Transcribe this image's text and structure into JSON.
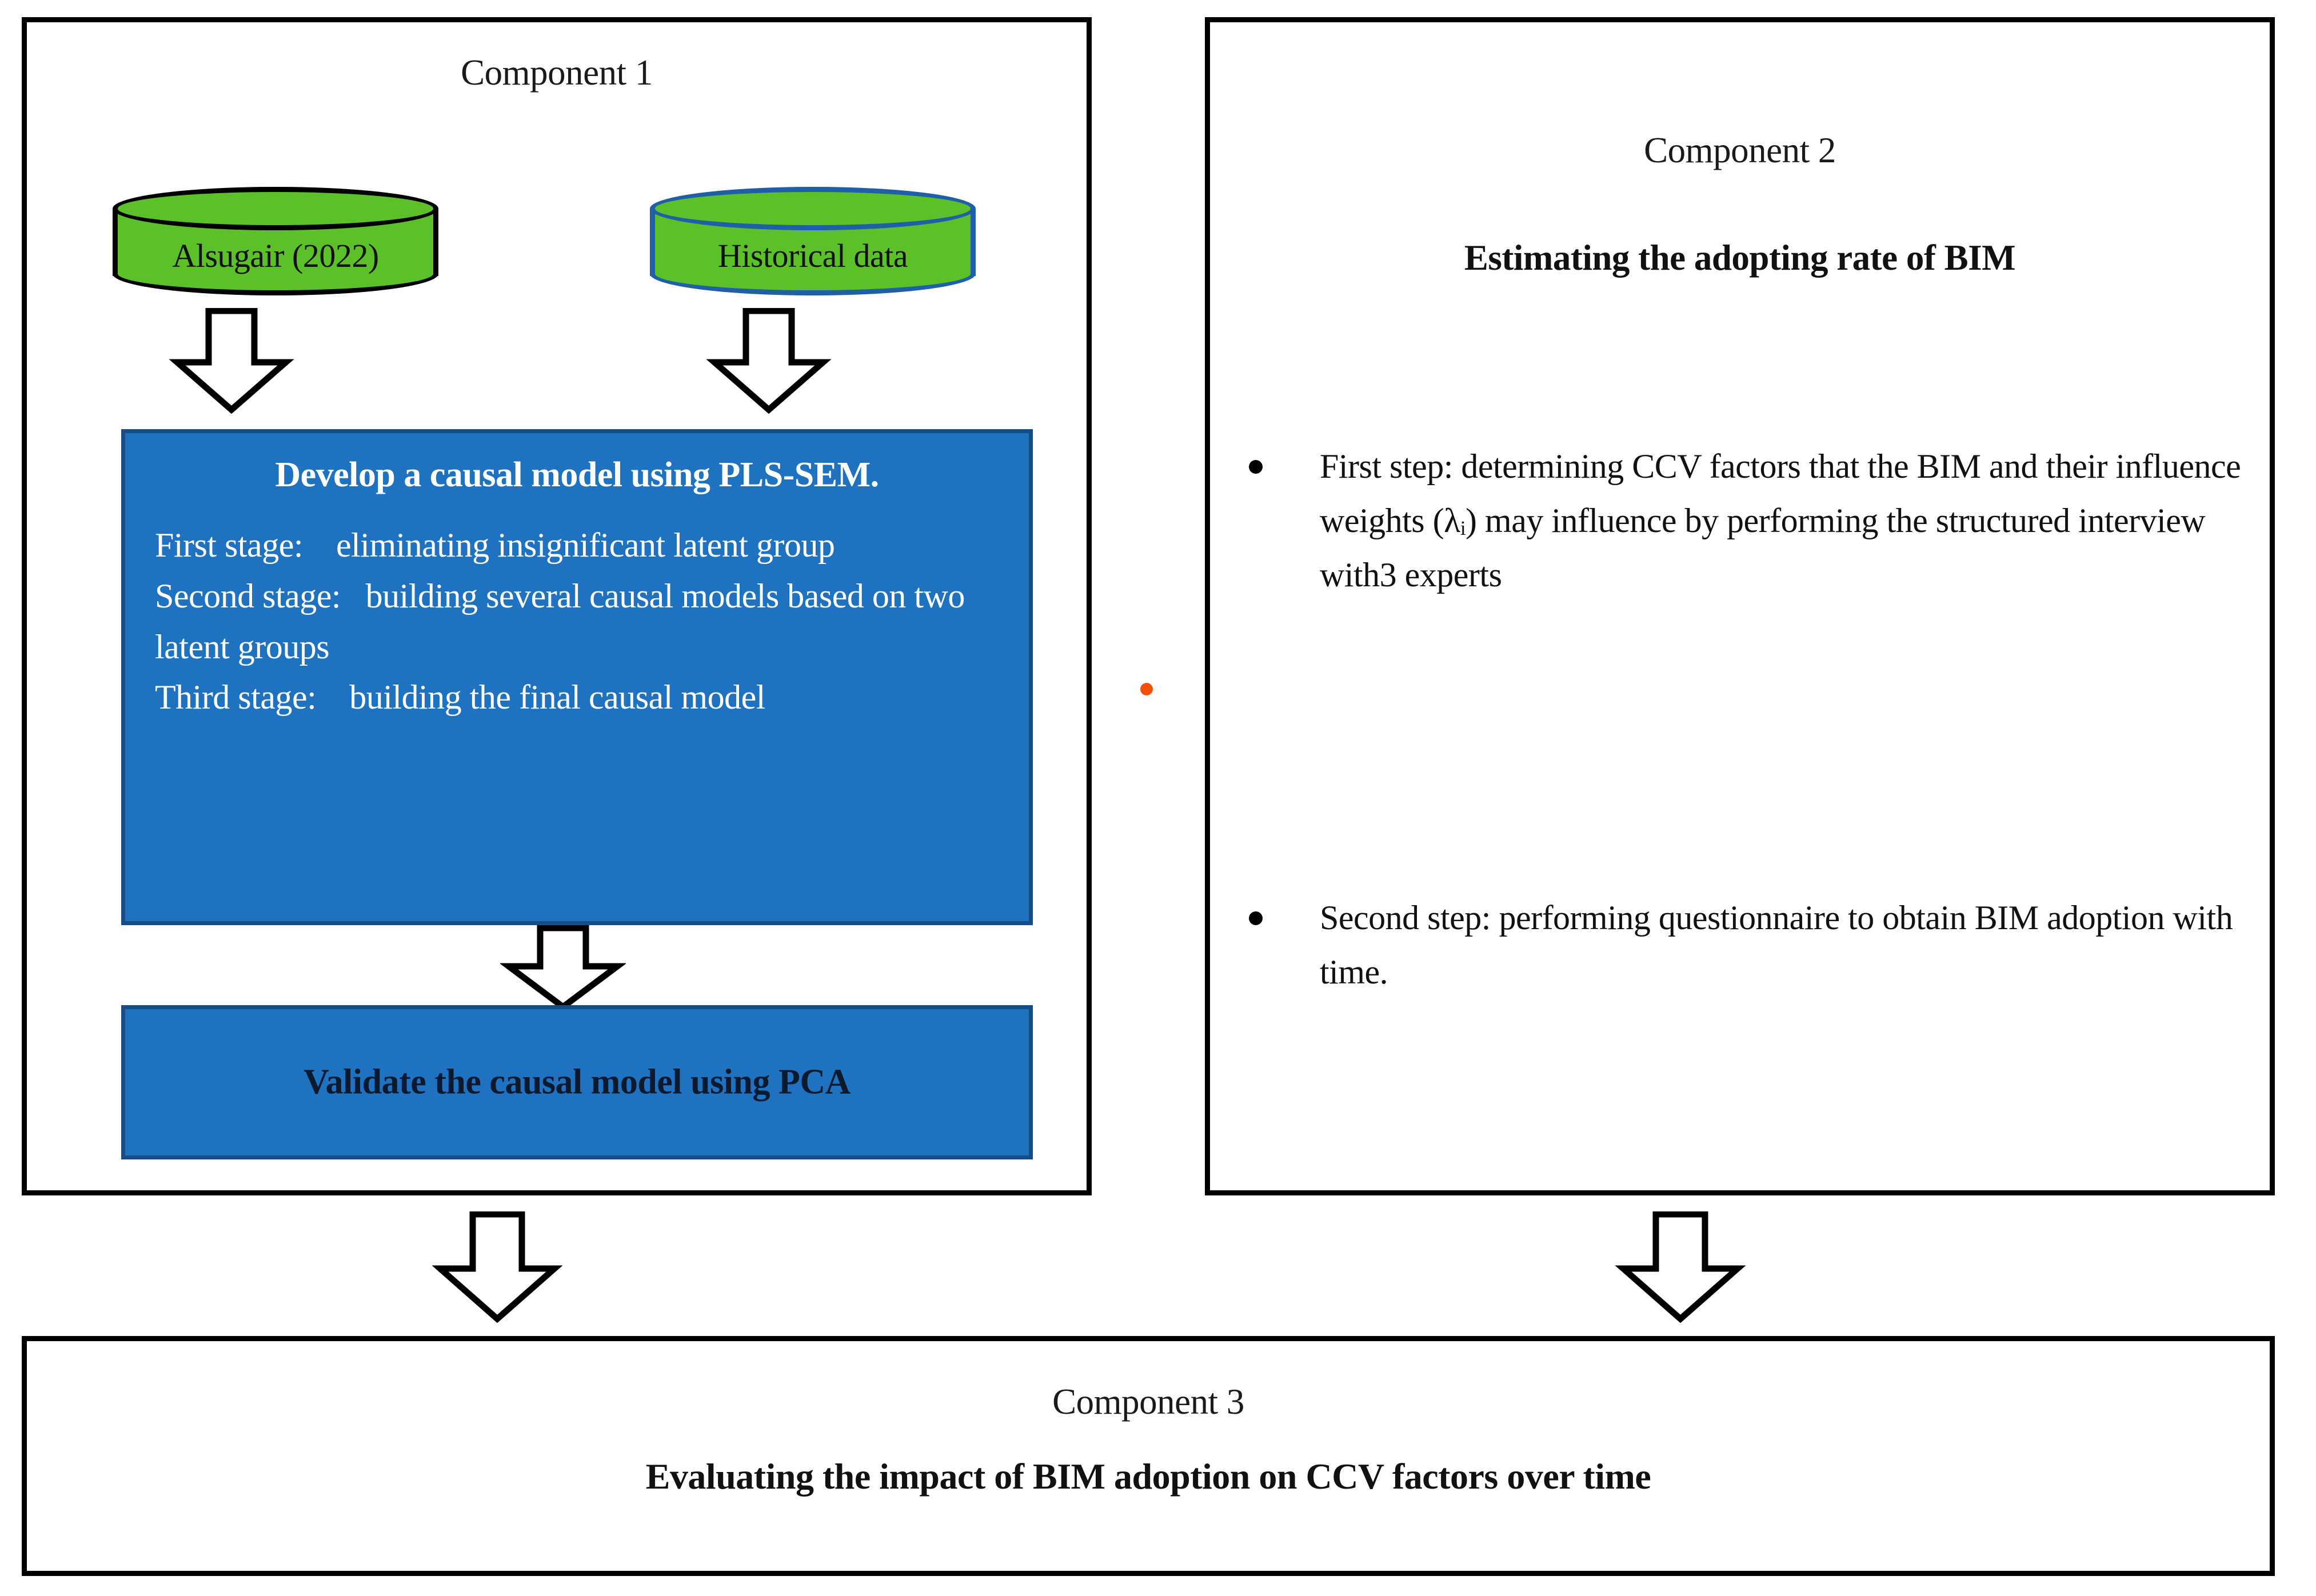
{
  "figure": {
    "type": "flowchart",
    "description": "Three-component research framework flowchart"
  },
  "component1": {
    "title": "Component 1",
    "sources": [
      {
        "label": "Alsugair (2022)",
        "icon": "database-cylinder-icon",
        "outline_color": "#000000",
        "fill_color": "#5CC028"
      },
      {
        "label": "Historical data",
        "icon": "database-cylinder-icon",
        "outline_color": "#1F5FA9",
        "fill_color": "#5CC028"
      }
    ],
    "process_box": {
      "heading": "Develop a causal model using PLS-SEM.",
      "fill_color": "#1F72C0",
      "border_color": "#184C86",
      "stages": [
        "First stage:    eliminating insignificant latent group",
        "Second stage:   building several causal models based on two latent groups",
        "Third stage:    building the final causal model"
      ]
    },
    "validate_box": {
      "label": "Validate the causal model using PCA",
      "fill_color": "#1F72C0",
      "border_color": "#184C86"
    }
  },
  "component2": {
    "title": "Component 2",
    "subtitle": "Estimating the adopting rate of BIM",
    "bullets": [
      "First step: determining CCV factors that the BIM and their influence weights (λᵢ) may influence by performing the structured interview with3 experts",
      "Second step: performing questionnaire to obtain BIM adoption with time."
    ]
  },
  "component3": {
    "title": "Component 3",
    "subtitle": "Evaluating the impact of BIM adoption on CCV factors over time"
  },
  "arrows": {
    "icon": "down-block-arrow-icon",
    "count": 5,
    "fill_color": "#ffffff",
    "outline_color": "#000000"
  },
  "artifacts": {
    "orange_dot_color": "#F4500A"
  }
}
